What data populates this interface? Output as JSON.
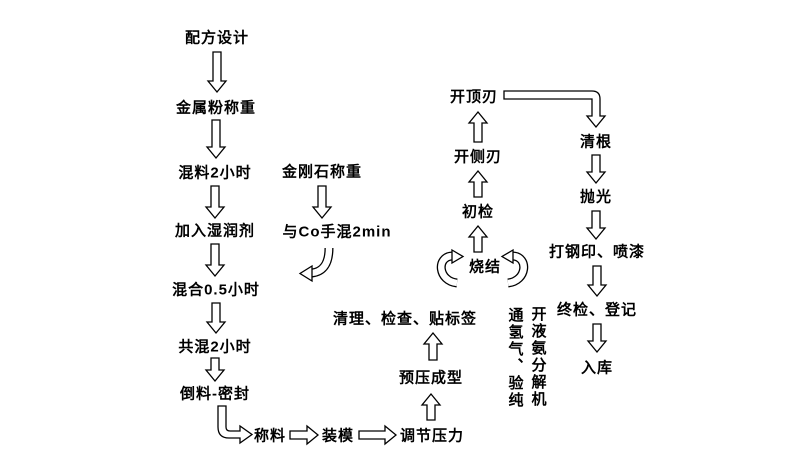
{
  "diagram": {
    "colors": {
      "background": "#ffffff",
      "line": "#000000",
      "text": "#000000"
    },
    "nodes": {
      "formula_design": "配方设计",
      "metal_powder_weighing": "金属粉称重",
      "mix_2h": "混料2小时",
      "add_wetting_agent": "加入湿润剂",
      "blend_half_hour": "混合0.5小时",
      "co_blend_2h": "共混2小时",
      "pour_and_seal": "倒料-密封",
      "weigh_material": "称料",
      "load_mold": "装模",
      "adjust_pressure": "调节压力",
      "pre_press_forming": "预压成型",
      "clean_inspect_label": "清理、检查、贴标签",
      "diamond_weighing": "金刚石称重",
      "hand_mix_with_co": "与Co手混2min",
      "sintering": "烧结",
      "initial_inspection": "初检",
      "open_side_edge": "开侧刃",
      "open_top_edge": "开顶刃",
      "hydrogen_purity_check": "通氢气、验纯",
      "ammonia_decomposer": "开液氨分解机",
      "root_cleaning": "清根",
      "polishing": "抛光",
      "stamp_and_paint": "打钢印、喷漆",
      "final_check_register": "终检、登记",
      "warehousing": "入库"
    }
  }
}
